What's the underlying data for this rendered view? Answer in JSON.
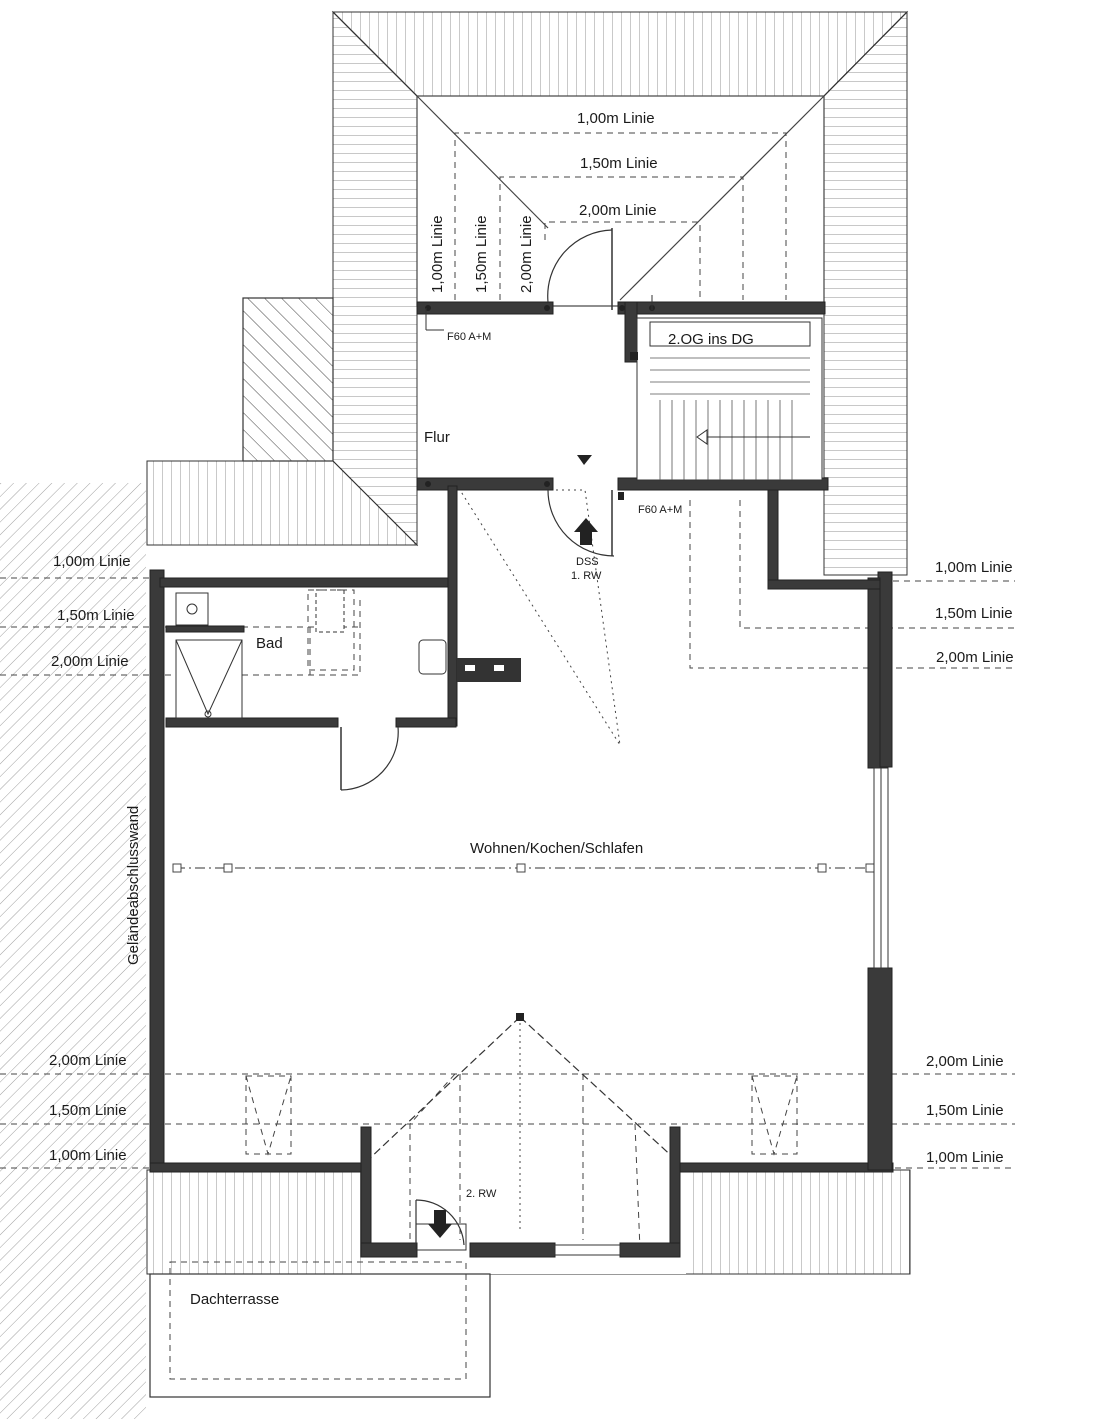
{
  "rooms": {
    "flur": "Flur",
    "bad": "Bad",
    "stair": "2.OG ins DG",
    "main": "Wohnen/Kochen/Schlafen",
    "terrace": "Dachterrasse",
    "wall_side": "Geländeabschlusswand"
  },
  "doors": {
    "fire_top_left": "F60 A+M",
    "fire_top_right": "F60 A+M",
    "dss_line1": "DSS",
    "dss_line2": "1. RW",
    "rw2": "2. RW"
  },
  "height_lines": {
    "top_1_00": "1,00m Linie",
    "top_1_50": "1,50m Linie",
    "top_2_00": "2,00m Linie",
    "vert_1_00": "1,00m Linie",
    "vert_1_50": "1,50m Linie",
    "vert_2_00": "2,00m Linie",
    "left_1_00": "1,00m Linie",
    "left_1_50": "1,50m Linie",
    "left_2_00": "2,00m Linie",
    "right_1_00": "1,00m Linie",
    "right_1_50": "1,50m Linie",
    "right_2_00": "2,00m Linie",
    "bl_2_00": "2,00m Linie",
    "bl_1_50": "1,50m Linie",
    "bl_1_00": "1,00m Linie",
    "br_2_00": "2,00m Linie",
    "br_1_50": "1,50m Linie",
    "br_1_00": "1,00m Linie"
  }
}
